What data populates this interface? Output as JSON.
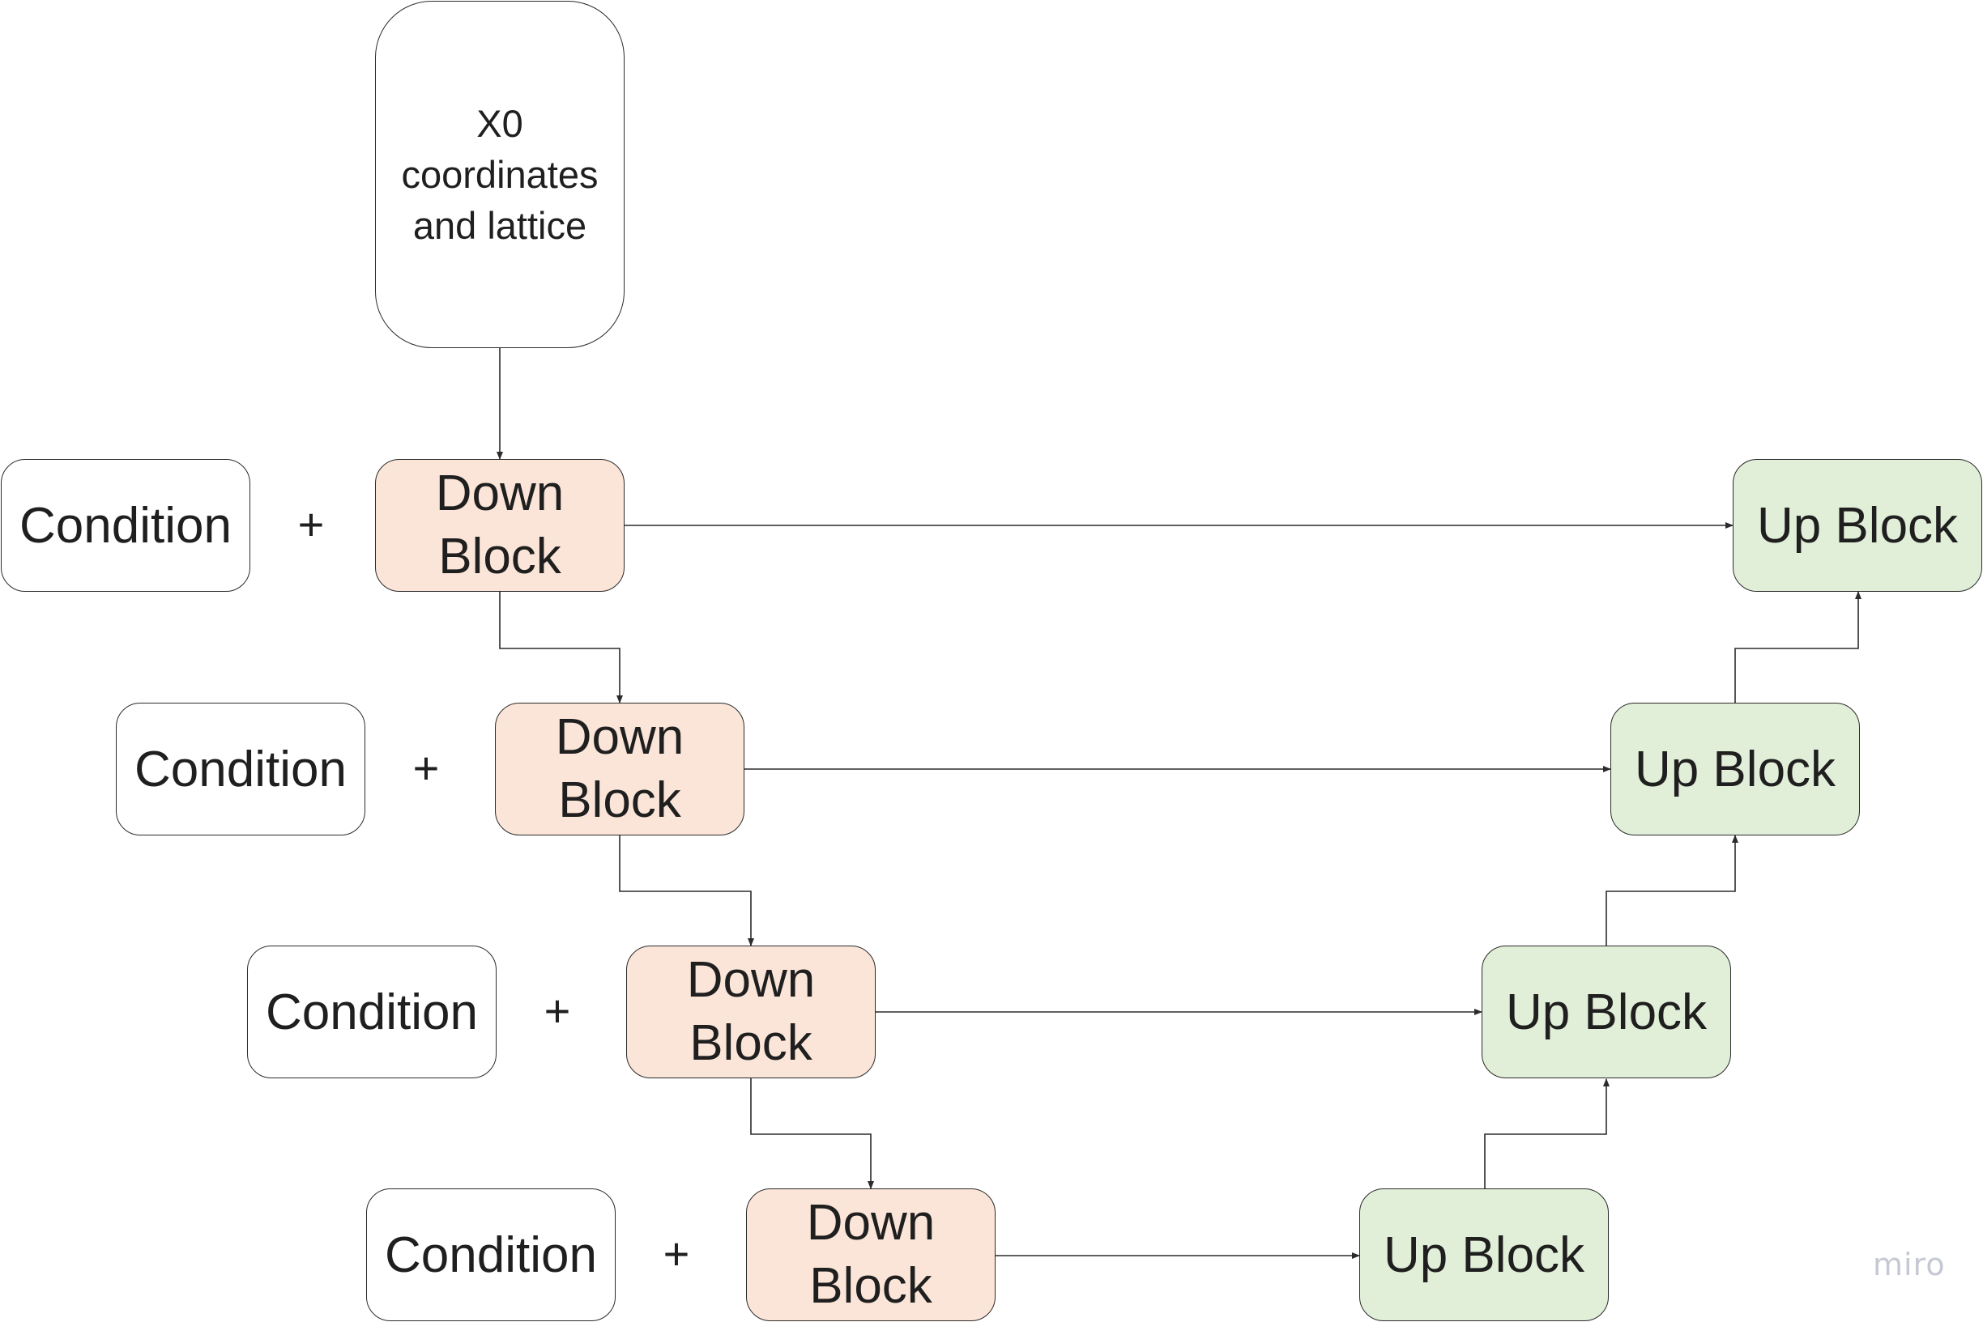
{
  "input": {
    "label": "X0\ncoordinates\nand lattice"
  },
  "levels": [
    {
      "condition": "Condition",
      "plus": "+",
      "down": "Down\nBlock",
      "up": "Up Block"
    },
    {
      "condition": "Condition",
      "plus": "+",
      "down": "Down\nBlock",
      "up": "Up Block"
    },
    {
      "condition": "Condition",
      "plus": "+",
      "down": "Down\nBlock",
      "up": "Up Block"
    },
    {
      "condition": "Condition",
      "plus": "+",
      "down": "Down\nBlock",
      "up": "Up Block"
    }
  ],
  "watermark": "miro",
  "colors": {
    "down_fill": "#fbe5d8",
    "up_fill": "#e1eed8",
    "stroke": "#2b2b2b"
  }
}
